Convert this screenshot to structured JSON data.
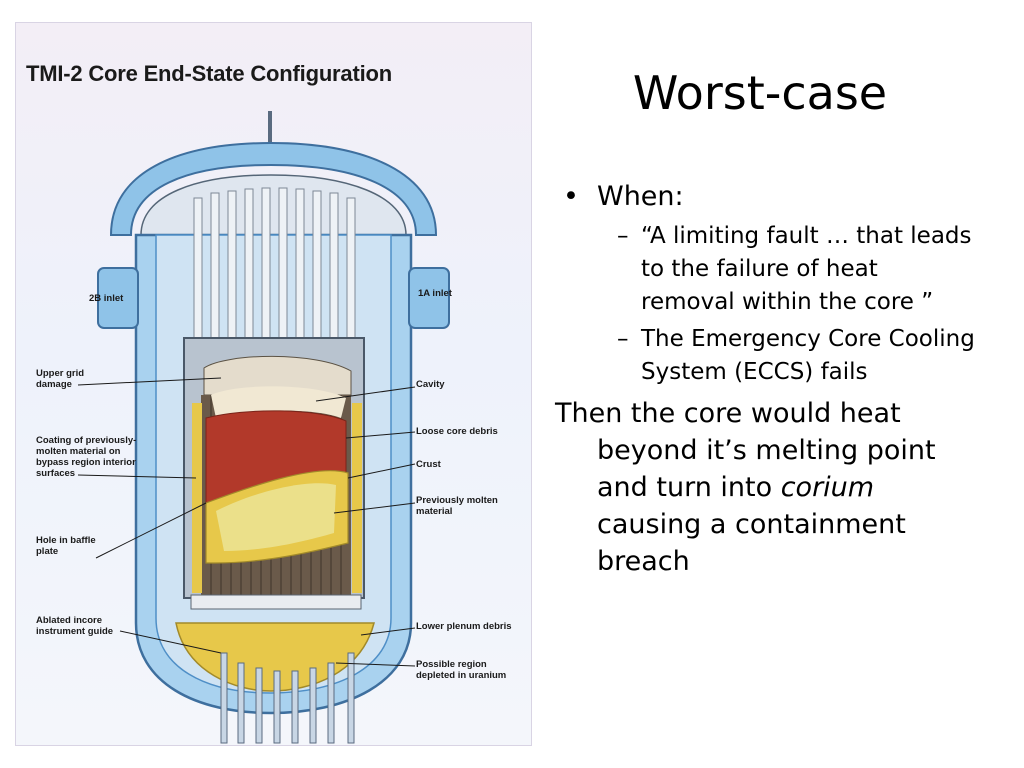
{
  "slide": {
    "title": "Worst-case",
    "bullet_when": "When:",
    "sub_bullets": [
      "“A limiting fault … that leads to the failure of heat removal within the core ”",
      "The Emergency Core Cooling System (ECCS) fails"
    ],
    "closing_prefix": "Then the core would heat beyond it’s melting point and turn into ",
    "closing_emphasis": "corium",
    "closing_suffix": " causing a containment breach"
  },
  "figure": {
    "title": "TMI-2 Core End-State Configuration",
    "labels": {
      "inlet_2b": "2B inlet",
      "inlet_1a": "1A inlet",
      "upper_grid_damage": "Upper grid damage",
      "cavity": "Cavity",
      "loose_core_debris": "Loose core debris",
      "coating": "Coating of previously-molten material on bypass region interior surfaces",
      "crust": "Crust",
      "previously_molten": "Previously molten material",
      "hole_in_baffle": "Hole in baffle plate",
      "ablated_incore": "Ablated incore instrument guide",
      "lower_plenum_debris": "Lower plenum debris",
      "possible_region": "Possible region depleted in uranium"
    },
    "colors": {
      "vessel": "#8fc3e8",
      "vessel_dark": "#4f8fc7",
      "molten": "#b2392a",
      "crust": "#e7c84a",
      "previously_molten": "#ebe08a",
      "rubble": "#6a5a4a"
    }
  }
}
